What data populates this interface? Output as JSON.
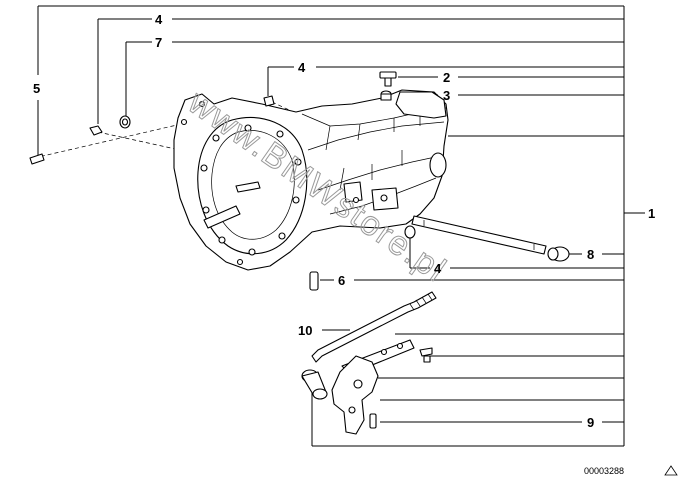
{
  "diagram": {
    "callouts": [
      "1",
      "2",
      "3",
      "4",
      "5",
      "6",
      "7",
      "8",
      "9",
      "10"
    ],
    "watermark": "www.BMWstore.pl",
    "part_code": "00003288"
  }
}
